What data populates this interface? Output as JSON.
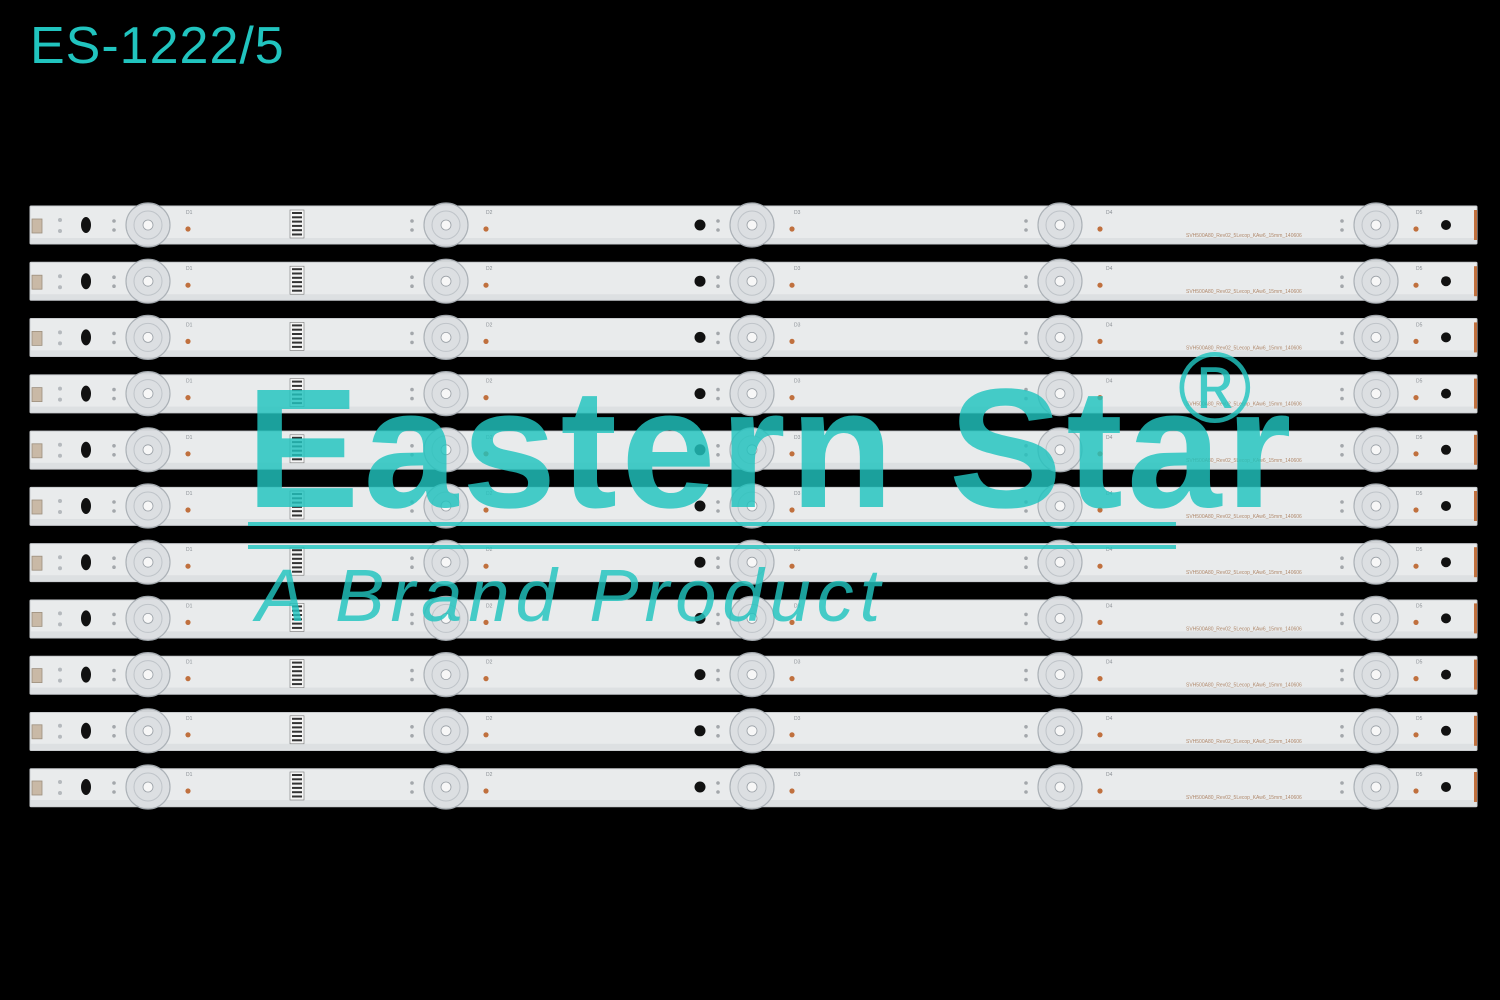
{
  "product_code": "ES-1222/5",
  "watermark": {
    "brand": "Eastern Star",
    "registered_mark": "®",
    "tagline": "A Brand Product"
  },
  "photo": {
    "description_kind": "product photo of LED backlight strips",
    "strip_count": 11,
    "leds_per_strip": 5,
    "led_labels": [
      "D1",
      "D2",
      "D3",
      "D4",
      "D5"
    ],
    "strip_print": "SVH500A80_Rev02_5Lecop_KAw6_15mm_140606"
  },
  "colors": {
    "background": "#000000",
    "accent": "#21c4bf",
    "strip_face": "#e9ebec",
    "strip_edge": "#c9cccf",
    "lens": "#dcdfe2",
    "lens_ring": "#a9afb5",
    "pad": "#c0703e"
  }
}
